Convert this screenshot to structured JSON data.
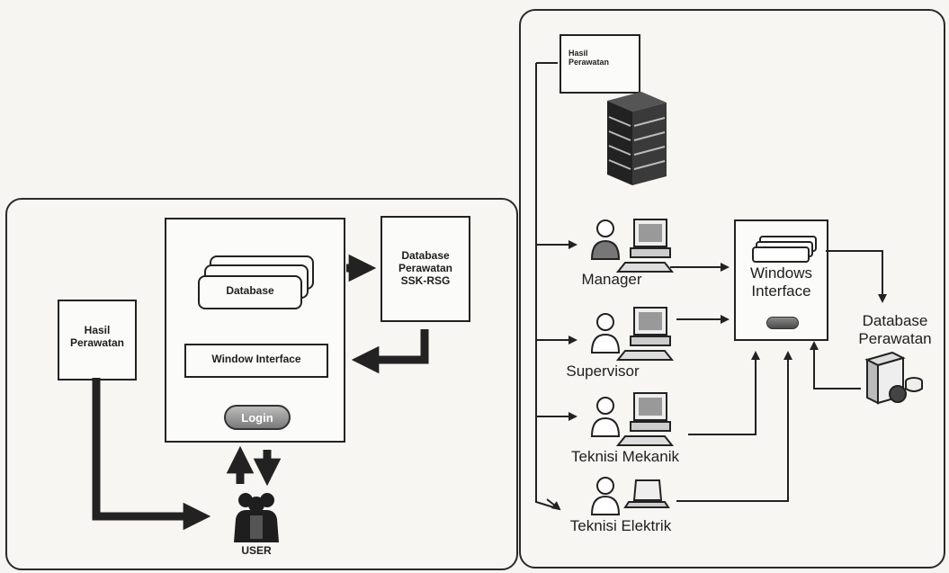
{
  "left": {
    "hasil_perawatan": "Hasil\nPerawatan",
    "database_stack": "Database",
    "window_interface": "Window Interface",
    "login": "Login",
    "database_perawatan": "Database\nPerawatan\nSSK-RSG",
    "user": "USER"
  },
  "right": {
    "hasil_perawatan": "Hasil\nPerawatan",
    "roles": [
      "Manager",
      "Supervisor",
      "Teknisi Mekanik",
      "Teknisi Elektrik"
    ],
    "windows_interface": "Windows\nInterface",
    "database_perawatan": "Database\nPerawatan"
  }
}
